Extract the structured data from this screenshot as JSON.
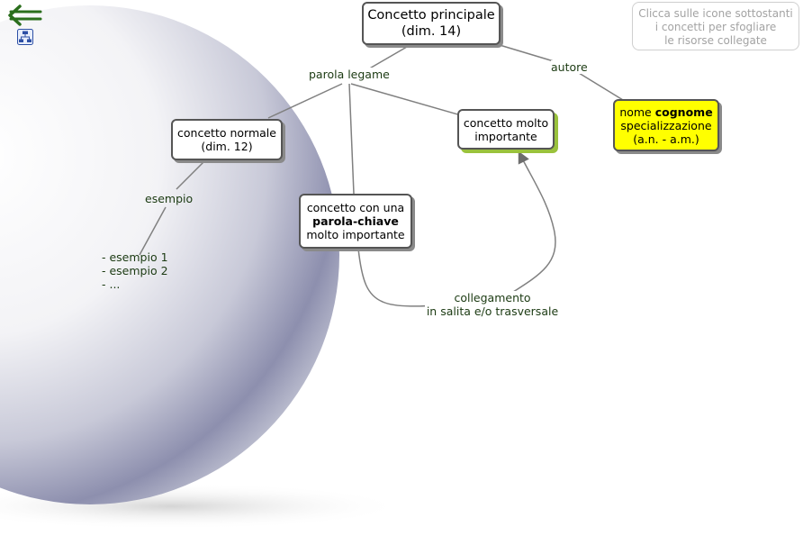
{
  "main_concept": {
    "line1": "Concetto principale",
    "line2": "(dim. 14)"
  },
  "normal_concept": {
    "line1": "concetto normale",
    "line2": "(dim. 12)"
  },
  "important_concept": {
    "line1": "concetto molto",
    "line2": "importante"
  },
  "keyword_concept": {
    "line1": "concetto con una",
    "keyword": "parola-chiave",
    "line3": "molto importante"
  },
  "author": {
    "name": "nome ",
    "surname": "cognome",
    "line2": "specializzazione",
    "line3": "(a.n. - a.m.)"
  },
  "labels": {
    "link_word": "parola legame",
    "author": "autore",
    "example": "esempio",
    "crosslink_line1": "collegamento",
    "crosslink_line2": "in salita e/o trasversale"
  },
  "examples": [
    "- esempio 1",
    "- esempio 2",
    "- ..."
  ],
  "hint": {
    "line1": "Clicca sulle icone sottostanti",
    "line2": "i concetti per sfogliare",
    "line3": "le risorse collegate"
  },
  "icons": {
    "back": "back-arrow-icon",
    "map": "concept-map-icon"
  },
  "colors": {
    "arrow": "#2a6e1c",
    "yellow_node": "#ffff00",
    "green_shadow": "#9ac23c"
  }
}
